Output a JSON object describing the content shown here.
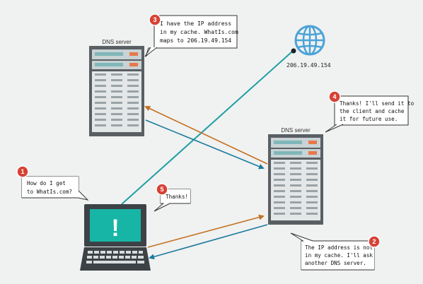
{
  "servers": [
    {
      "label": "DNS server"
    },
    {
      "label": "DNS server"
    }
  ],
  "globe": {
    "ip_label": "206.19.49.154",
    "icon": "globe-icon"
  },
  "laptop": {
    "icon": "laptop-icon",
    "screen_glyph": "!"
  },
  "steps": [
    {
      "number": "1",
      "lines": [
        "How do I get",
        "to WhatIs.com?"
      ]
    },
    {
      "number": "2",
      "lines": [
        "The IP address is not",
        "in my cache. I'll ask",
        "another DNS server."
      ]
    },
    {
      "number": "3",
      "lines": [
        "I have the IP address",
        "in my cache. WhatIs.com",
        "maps to 206.19.49.154"
      ]
    },
    {
      "number": "4",
      "lines": [
        "Thanks! I'll send it to",
        "the client and cache",
        "it for future use."
      ]
    },
    {
      "number": "5",
      "lines": [
        "Thanks!"
      ]
    }
  ],
  "colors": {
    "teal": "#1f9fa3",
    "orange": "#c4711f",
    "blue": "#1a7b9c",
    "badge": "#d64235",
    "server_body": "#5a5f63",
    "server_accent": "#e8784a",
    "screen": "#17b5a5",
    "globe": "#4ba3d6"
  }
}
